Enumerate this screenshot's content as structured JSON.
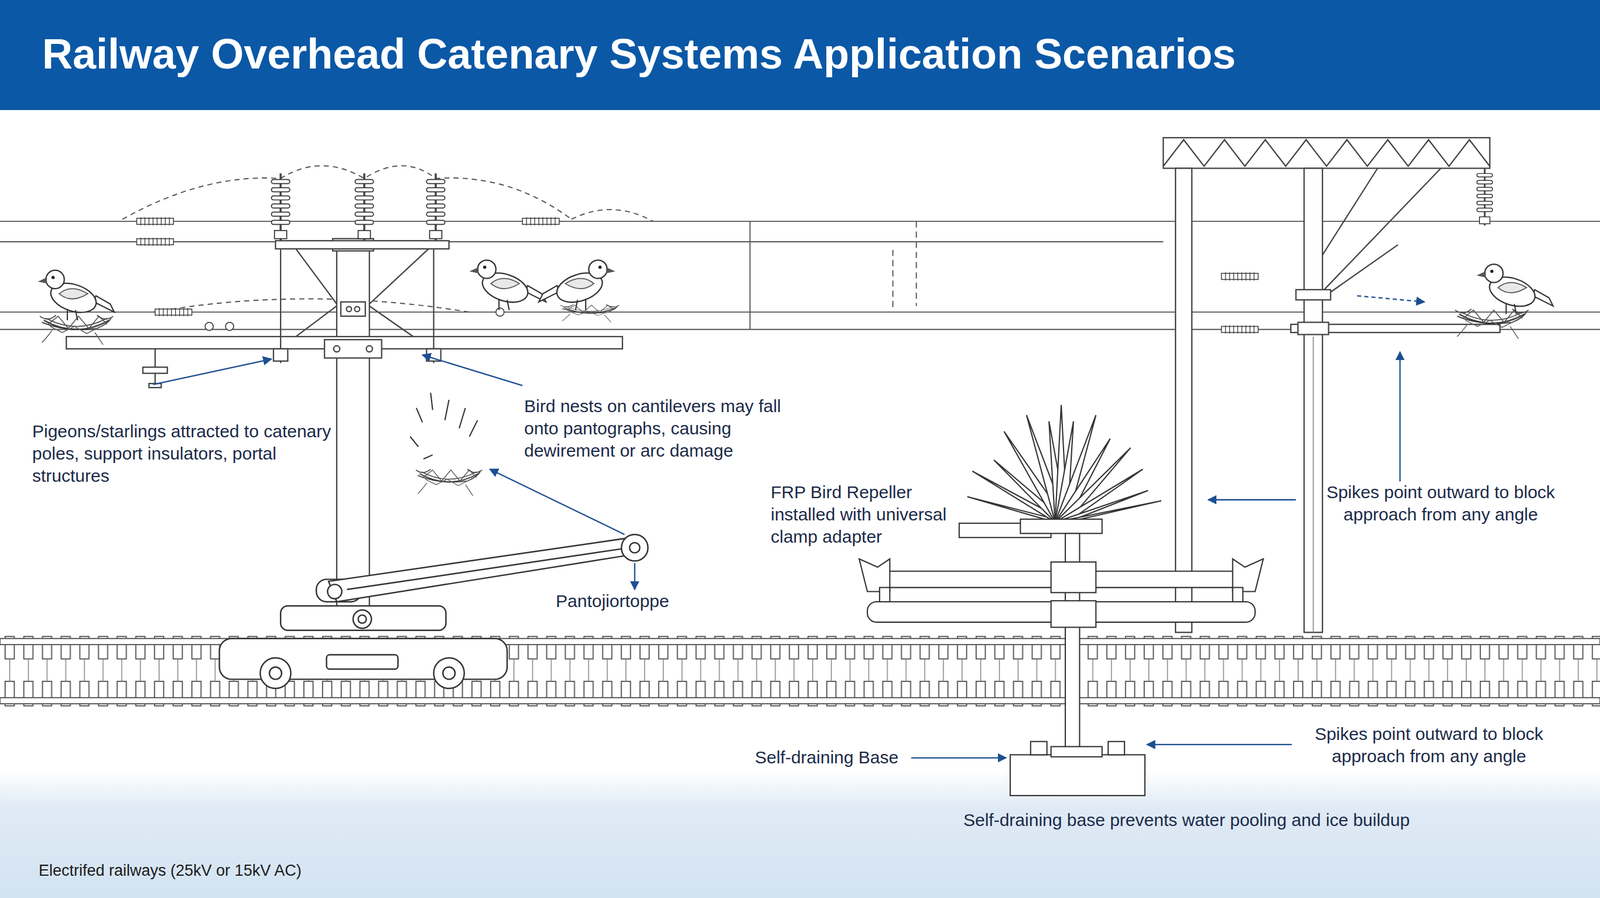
{
  "diagram": {
    "title": "Railway Overhead Catenary Systems Application Scenarios",
    "caption": "Electrifed railways (25kV or 15kV AC)",
    "labels": [
      "Pigeons/starlings attracted to catenary poles, support insulators, portal structures",
      "Bird nests on cantilevers may fall onto pantographs, causing dewirement or arc damage",
      "FRP Bird Repeller installed with universal clamp adapter",
      "Spikes point outward to block approach from any angle",
      "Pantojiortoppe",
      "Self-draining Base",
      "Spikes point outward to block approach from any angle",
      "Self-draining base prevents water pooling and ice buildup"
    ]
  }
}
